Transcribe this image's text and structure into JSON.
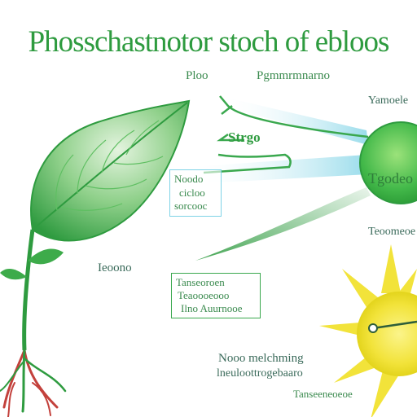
{
  "title": "Phosschastnotor stoch of ebloos",
  "labels": {
    "top_left": "Ploo",
    "top_center": "Pgmmrmnarno",
    "right_top": "Yamoele",
    "arrow_label": "Strgo",
    "circle_label": "Tgodeo",
    "left_box_1": "Noodo",
    "left_box_2": "cicloo",
    "left_box_3": "sorcooc",
    "right_mid": "Teoomeoe",
    "leaf_label": "Ieoono",
    "center_box_1": "Tanseoroen",
    "center_box_2": "Teaoooeooo",
    "center_box_3": "Ilno Auurnooe",
    "bottom_1": "Nooo melchming",
    "bottom_2": "lneuloottrogebaaro",
    "bottom_3": "Tanseeneoeoe"
  },
  "colors": {
    "title": "#2e9b3f",
    "leaf": "#3dab4a",
    "leaf_light": "#cfe9cc",
    "root": "#c3413c",
    "sun": "#f2e33a",
    "sun_core": "#e3d71e",
    "light_beam": "#7fd3e6",
    "label": "#44a35a",
    "circle": "#3cb64a"
  }
}
